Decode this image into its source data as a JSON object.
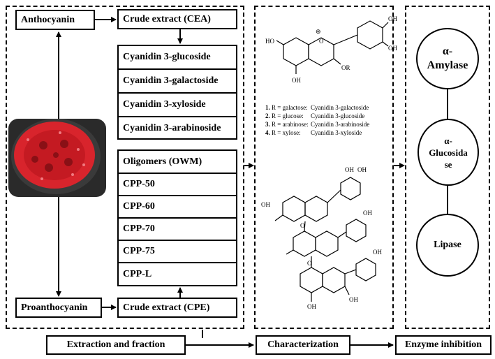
{
  "extraction": {
    "anthocyanin": "Anthocyanin",
    "proanthocyanin": "Proanthocyanin",
    "crude_cea": "Crude extract (CEA)",
    "crude_cpe": "Crude extract (CPE)",
    "anthocyanin_fractions": [
      "Cyanidin  3-glucoside",
      "Cyanidin  3-galactoside",
      "Cyanidin  3-xyloside",
      "Cyanidin  3-arabinoside"
    ],
    "proanthocyanin_fractions": [
      "Oligomers (OWM)",
      "CPP-50",
      "CPP-60",
      "CPP-70",
      "CPP-75",
      "CPP-L"
    ]
  },
  "characterization": {
    "atoms": {
      "oplus": "⊕",
      "o_ring": "O",
      "or_group": "OR",
      "ho": "HO",
      "oh": "OH",
      "o": "O"
    },
    "legend": [
      {
        "num": "1.",
        "r": "R = galactose:",
        "name": "Cyanidin 3-galactoside"
      },
      {
        "num": "2.",
        "r": "R = glucose:",
        "name": "Cyanidin 3-glucoside"
      },
      {
        "num": "3.",
        "r": "R = arabinose:",
        "name": "Cyanidin 3-arabinoside"
      },
      {
        "num": "4.",
        "r": "R = xylose:",
        "name": "Cyanidin 3-xyloside"
      }
    ]
  },
  "enzymes": {
    "amylase": [
      "α-",
      "Amylase"
    ],
    "glucosidase": [
      "α-",
      "Glucosida",
      "se"
    ],
    "lipase": "Lipase"
  },
  "footer": {
    "extraction": "Extraction and fraction",
    "characterization": "Characterization",
    "enzyme": "Enzyme inhibition"
  },
  "colors": {
    "fruit_red": "#d8242c",
    "fruit_rind": "#3a3a3a"
  }
}
